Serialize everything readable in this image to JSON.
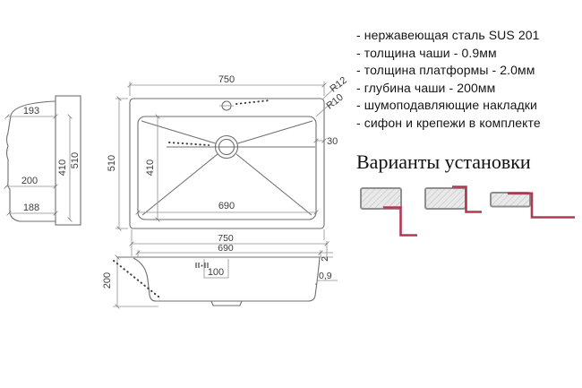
{
  "specs": {
    "items": [
      "- нержавеющая сталь SUS 201",
      "- толщина чаши - 0.9мм",
      "- толщина платформы - 2.0мм",
      "- глубина чаши - 200мм",
      "- шумоподавляющие накладки",
      "- сифон и крепежи в комплекте"
    ]
  },
  "installation": {
    "title": "Варианты установки"
  },
  "dimensions": {
    "top_view": {
      "width": "750",
      "depth": "510",
      "bowl_width": "690",
      "bowl_depth": "410",
      "rim_gap": "30",
      "radius_outer": "R12",
      "radius_inner": "R10"
    },
    "side_view": {
      "back": "193",
      "bowl": "200",
      "front": "188",
      "bowl_length": "410",
      "overall": "510"
    },
    "front_view": {
      "width": "750",
      "bowl_width": "690",
      "bowl_height": "200",
      "drain_offset": "100",
      "platform_thickness": "2",
      "wall_thickness": "0,9"
    }
  },
  "colors": {
    "line": "#6f6f6f",
    "dim": "#8f8f8f",
    "text": "#3c3c3c",
    "accent_red": "#b03a52",
    "hatch_fill": "#e9e9e9",
    "hatch_border": "#8f8f8f"
  }
}
